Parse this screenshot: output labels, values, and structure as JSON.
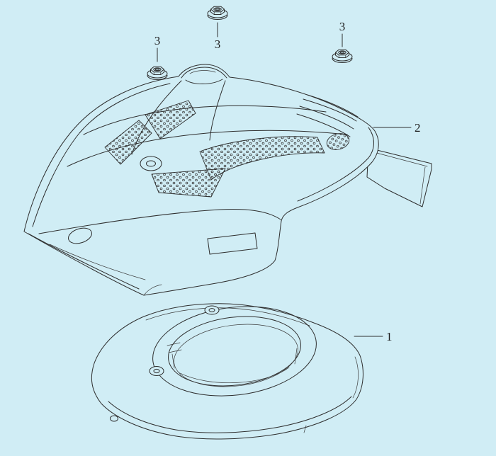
{
  "diagram": {
    "type": "exploded-parts-diagram",
    "background_color": "#d0edf5",
    "line_color": "#2e2e2e",
    "label_color": "#1c1c1c",
    "parts": [
      {
        "callout": "1",
        "name": "fan-cover-housing"
      },
      {
        "callout": "2",
        "name": "engine-top-cover"
      },
      {
        "callout": "3",
        "name": "hex-flange-nut",
        "quantity": 3
      }
    ],
    "callouts": [
      {
        "id": "nut-left",
        "label": "3"
      },
      {
        "id": "nut-top",
        "label": "3"
      },
      {
        "id": "nut-right",
        "label": "3"
      },
      {
        "id": "top-cover",
        "label": "2"
      },
      {
        "id": "fan-cover",
        "label": "1"
      }
    ]
  }
}
